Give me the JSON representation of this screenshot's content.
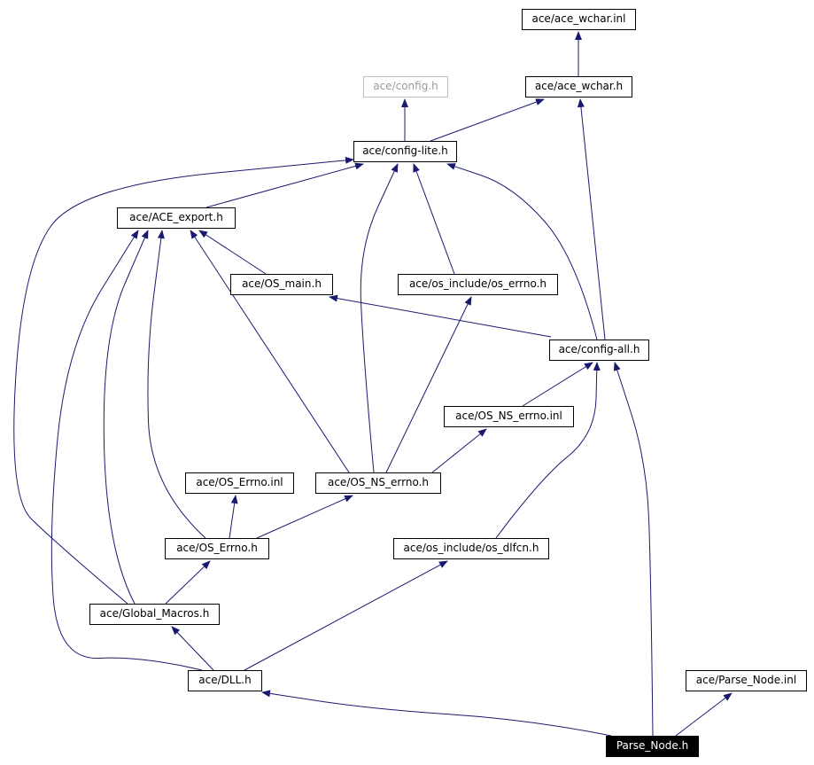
{
  "colors": {
    "edge": "#191970",
    "node_border": "#000000",
    "root_fill": "#000000",
    "root_text": "#ffffff",
    "dim_border": "#bfbfbf",
    "dim_text": "#9a9a9a"
  },
  "nodes": {
    "ace_wchar_inl": "ace/ace_wchar.inl",
    "config_h": "ace/config.h",
    "ace_wchar_h": "ace/ace_wchar.h",
    "config_lite": "ace/config-lite.h",
    "ace_export": "ace/ACE_export.h",
    "os_main": "ace/OS_main.h",
    "os_errno_inc": "ace/os_include/os_errno.h",
    "config_all": "ace/config-all.h",
    "os_ns_errno_inl": "ace/OS_NS_errno.inl",
    "os_errno_inl": "ace/OS_Errno.inl",
    "os_ns_errno_h": "ace/OS_NS_errno.h",
    "os_errno_h": "ace/OS_Errno.h",
    "os_dlfcn": "ace/os_include/os_dlfcn.h",
    "global_macros": "ace/Global_Macros.h",
    "dll_h": "ace/DLL.h",
    "parse_node_inl": "ace/Parse_Node.inl",
    "parse_node_h": "Parse_Node.h"
  },
  "edges": [
    [
      "config_lite",
      "config_h"
    ],
    [
      "config_lite",
      "ace_wchar_h"
    ],
    [
      "ace_wchar_h",
      "ace_wchar_inl"
    ],
    [
      "ace_export",
      "config_lite"
    ],
    [
      "os_main",
      "ace_export"
    ],
    [
      "os_errno_inc",
      "config_lite"
    ],
    [
      "config_all",
      "config_lite"
    ],
    [
      "config_all",
      "ace_wchar_h"
    ],
    [
      "config_all",
      "os_main"
    ],
    [
      "os_ns_errno_inl",
      "config_all"
    ],
    [
      "os_ns_errno_h",
      "os_ns_errno_inl"
    ],
    [
      "os_ns_errno_h",
      "os_errno_inc"
    ],
    [
      "os_ns_errno_h",
      "ace_export"
    ],
    [
      "os_ns_errno_h",
      "config_lite"
    ],
    [
      "os_errno_h",
      "os_errno_inl"
    ],
    [
      "os_errno_h",
      "os_ns_errno_h"
    ],
    [
      "os_errno_h",
      "ace_export"
    ],
    [
      "global_macros",
      "os_errno_h"
    ],
    [
      "global_macros",
      "ace_export"
    ],
    [
      "global_macros",
      "config_lite"
    ],
    [
      "os_dlfcn",
      "config_all"
    ],
    [
      "dll_h",
      "global_macros"
    ],
    [
      "dll_h",
      "os_dlfcn"
    ],
    [
      "dll_h",
      "ace_export"
    ],
    [
      "parse_node_h",
      "dll_h"
    ],
    [
      "parse_node_h",
      "parse_node_inl"
    ],
    [
      "parse_node_h",
      "config_all"
    ]
  ]
}
